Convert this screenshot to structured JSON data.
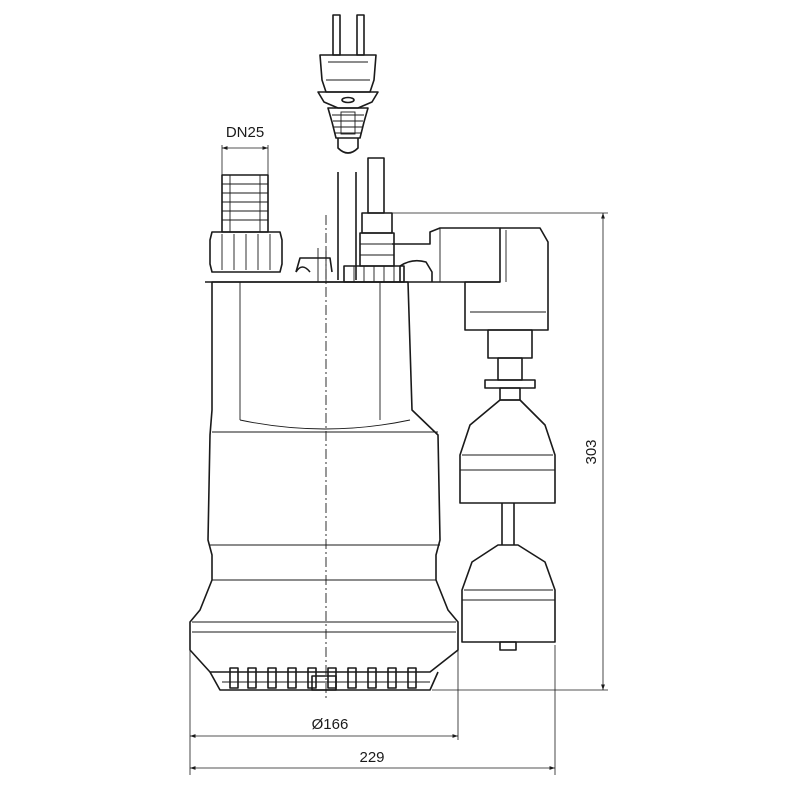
{
  "dimensions": {
    "outlet": "DN25",
    "height": "303",
    "base_diameter": "Ø166",
    "overall_width": "229"
  }
}
